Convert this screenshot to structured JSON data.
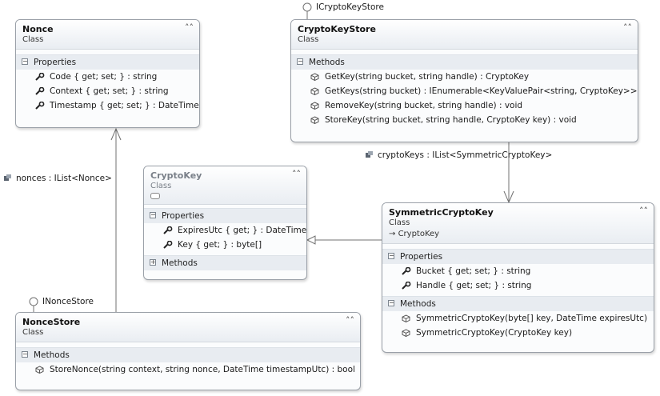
{
  "classes": {
    "nonce": {
      "name": "Nonce",
      "type": "Class",
      "sections": [
        {
          "title": "Properties",
          "members": [
            "Code { get; set; } : string",
            "Context { get; set; } : string",
            "Timestamp { get; set; } : DateTime"
          ]
        }
      ]
    },
    "crypto_key_store": {
      "name": "CryptoKeyStore",
      "type": "Class",
      "sections": [
        {
          "title": "Methods",
          "members": [
            "GetKey(string bucket, string handle) : CryptoKey",
            "GetKeys(string bucket) : IEnumerable<KeyValuePair<string, CryptoKey>>",
            "RemoveKey(string bucket, string handle) : void",
            "StoreKey(string bucket, string handle, CryptoKey key) : void"
          ]
        }
      ]
    },
    "crypto_key": {
      "name": "CryptoKey",
      "type": "Class",
      "sections": [
        {
          "title": "Properties",
          "members": [
            "ExpiresUtc { get; } : DateTime",
            "Key { get; } : byte[]"
          ]
        },
        {
          "title": "Methods",
          "members": [],
          "collapsed": true
        }
      ]
    },
    "symmetric_crypto_key": {
      "name": "SymmetricCryptoKey",
      "type": "Class",
      "base": "CryptoKey",
      "sections": [
        {
          "title": "Properties",
          "members": [
            "Bucket { get; set; } : string",
            "Handle { get; set; } : string"
          ]
        },
        {
          "title": "Methods",
          "members": [
            "SymmetricCryptoKey(byte[] key, DateTime expiresUtc)",
            "SymmetricCryptoKey(CryptoKey key)"
          ]
        }
      ]
    },
    "nonce_store": {
      "name": "NonceStore",
      "type": "Class",
      "sections": [
        {
          "title": "Methods",
          "members": [
            "StoreNonce(string context, string nonce, DateTime timestampUtc) : bool"
          ]
        }
      ]
    }
  },
  "interfaces": {
    "icrypto_key_store": "ICryptoKeyStore",
    "inonce_store": "INonceStore"
  },
  "associations": {
    "crypto_keys": "cryptoKeys : IList<SymmetricCryptoKey>",
    "nonces": "nonces : IList<Nonce>"
  },
  "colors": {
    "border": "#9aa0a8",
    "header_bg": "#e9edf2",
    "section_bg": "#e8ecf1",
    "line": "#707070"
  }
}
